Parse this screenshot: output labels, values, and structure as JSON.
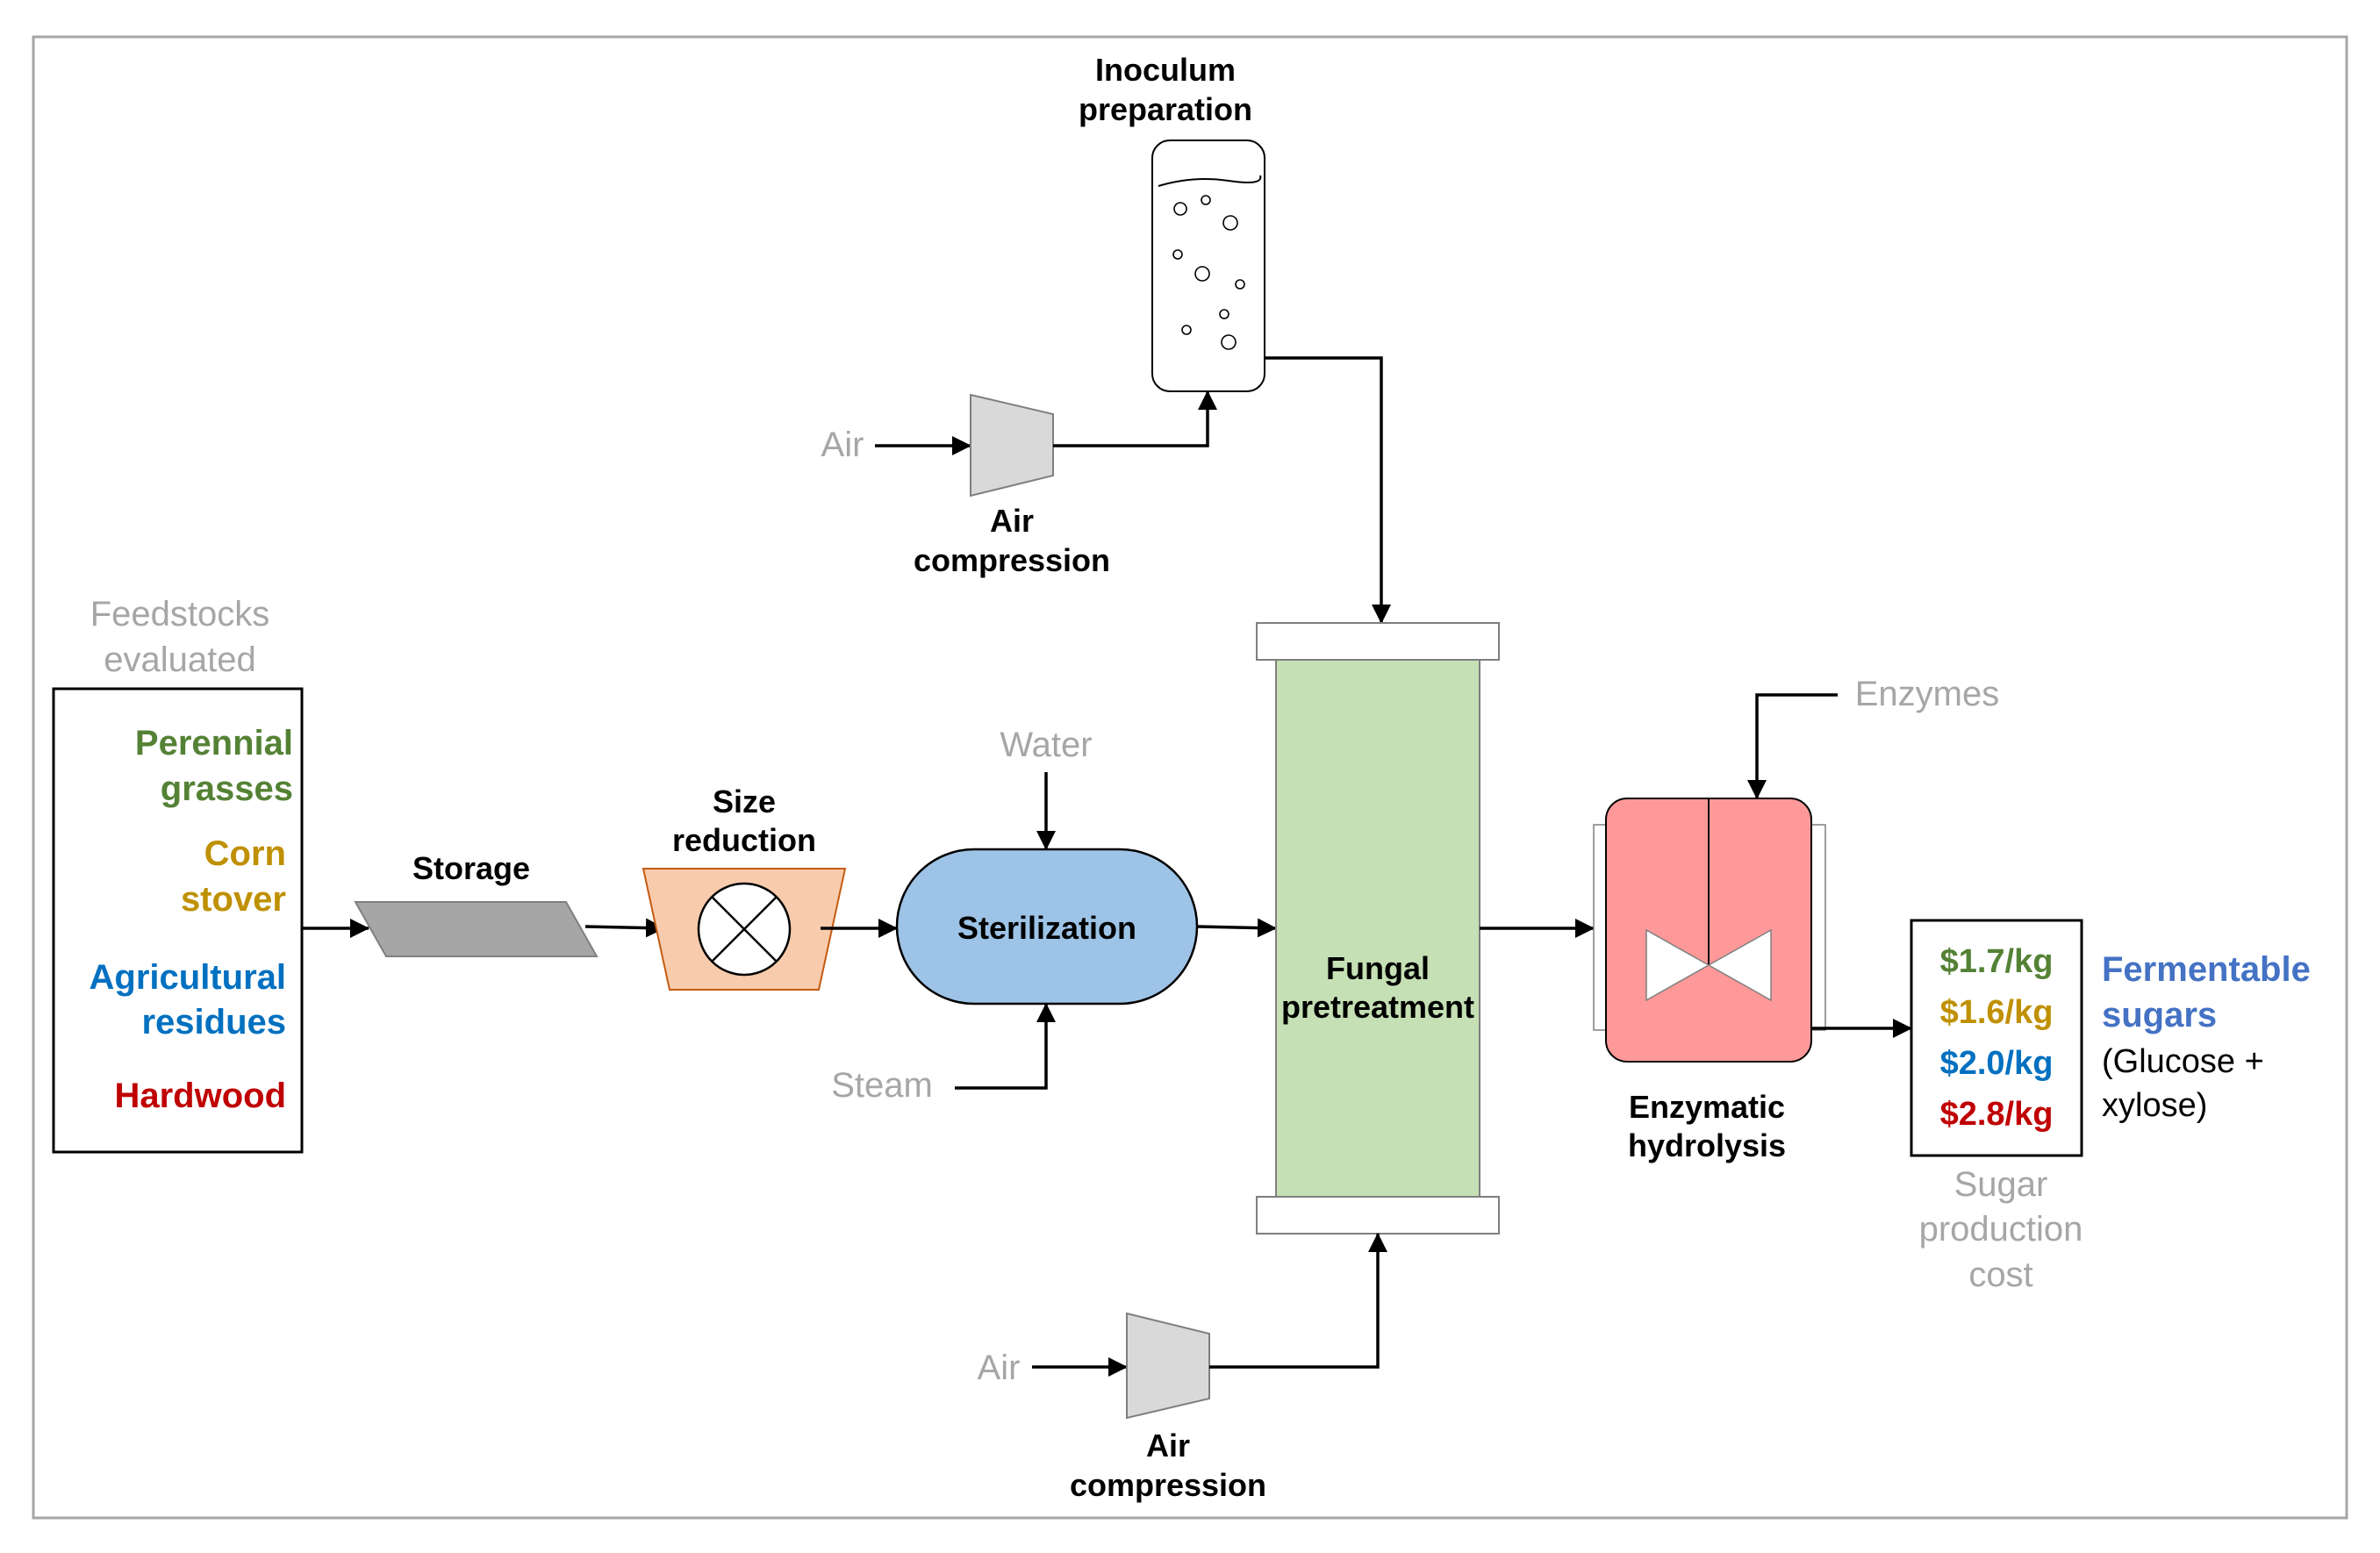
{
  "feedstocks": {
    "caption": [
      "Feedstocks",
      "evaluated"
    ],
    "items": [
      {
        "lines": [
          "Perennial",
          "grasses"
        ],
        "color": "#548235"
      },
      {
        "lines": [
          "Corn",
          "stover"
        ],
        "color": "#BF9000"
      },
      {
        "lines": [
          "Agricultural",
          "residues"
        ],
        "color": "#0070C0"
      },
      {
        "lines": [
          "Hardwood"
        ],
        "color": "#C00000"
      }
    ]
  },
  "units": {
    "storage": "Storage",
    "size_reduction": [
      "Size",
      "reduction"
    ],
    "sterilization": "Sterilization",
    "inoculum": [
      "Inoculum",
      "preparation"
    ],
    "air_compression_top": [
      "Air",
      "compression"
    ],
    "air_compression_bottom": [
      "Air",
      "compression"
    ],
    "fungal": [
      "Fungal",
      "pretreatment"
    ],
    "enzymatic": [
      "Enzymatic",
      "hydrolysis"
    ]
  },
  "streams": {
    "water": "Water",
    "steam": "Steam",
    "air_top": "Air",
    "air_bottom": "Air",
    "enzymes": "Enzymes"
  },
  "costs": {
    "values": [
      {
        "label": "$1.7/kg",
        "color": "#548235"
      },
      {
        "label": "$1.6/kg",
        "color": "#BF9000"
      },
      {
        "label": "$2.0/kg",
        "color": "#0070C0"
      },
      {
        "label": "$2.8/kg",
        "color": "#C00000"
      }
    ],
    "caption": [
      "Sugar",
      "production",
      "cost"
    ]
  },
  "product": {
    "title": [
      "Fermentable",
      "sugars"
    ],
    "subtitle": [
      "(Glucose +",
      "xylose)"
    ],
    "title_color": "#4472C4"
  },
  "colors": {
    "label_gray": "#A6A6A6",
    "size_reduction_fill": "#F8CBAD",
    "sterilization_fill": "#9DC3E6",
    "fungal_fill": "#C5E0B4",
    "enzymatic_fill": "#FF9999",
    "compressor_fill": "#D9D9D9",
    "storage_fill": "#A6A6A6"
  },
  "icons": {
    "arrowhead": "arrowhead-icon",
    "mixer": "crossed-circle-icon",
    "agitator": "bowtie-impeller-icon"
  }
}
